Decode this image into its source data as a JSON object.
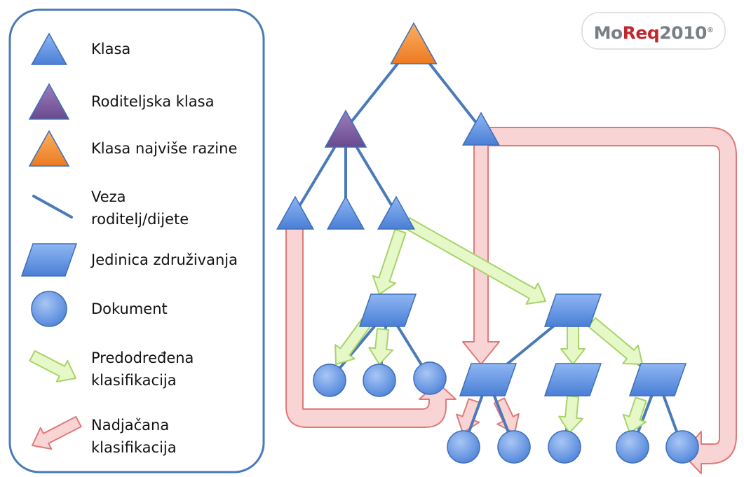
{
  "logo": {
    "text_a": "MoReq",
    "text_b": "2010",
    "mark": "®"
  },
  "legend": {
    "items": [
      {
        "id": "klasa",
        "lines": [
          "Klasa"
        ]
      },
      {
        "id": "roditeljska",
        "lines": [
          "Roditeljska klasa"
        ]
      },
      {
        "id": "najvise",
        "lines": [
          "Klasa najviše razine"
        ]
      },
      {
        "id": "veza",
        "lines": [
          "Veza",
          "roditelj/dijete"
        ]
      },
      {
        "id": "jedinica",
        "lines": [
          "Jedinica združivanja"
        ]
      },
      {
        "id": "dokument",
        "lines": [
          "Dokument"
        ]
      },
      {
        "id": "predodredena",
        "lines": [
          "Predodređena",
          "klasifikacija"
        ]
      },
      {
        "id": "nadjacana",
        "lines": [
          "Nadjačana",
          "klasifikacija"
        ]
      }
    ]
  },
  "colors": {
    "class": "#5b8fe0",
    "parent_class": "#7b5a9c",
    "top_class": "#f08a30",
    "line": "#4a7ab8",
    "aggregation": "#5b8fe0",
    "record": "#5b8fe0",
    "default_arrow_fill": "#e6f8c8",
    "default_arrow_stroke": "#a8d36a",
    "override_arrow_fill": "#f9d4d4",
    "override_arrow_stroke": "#e07a7a",
    "legend_border": "#4a7ab8",
    "logo_gray": "#7a7f87",
    "logo_red": "#c0282d"
  },
  "diagram": {
    "nodes": [
      {
        "id": "top",
        "kind": "top-class-icon"
      },
      {
        "id": "parent",
        "kind": "parent-class-icon"
      },
      {
        "id": "class-right",
        "kind": "class-icon"
      },
      {
        "id": "class-a",
        "kind": "class-icon"
      },
      {
        "id": "class-b",
        "kind": "class-icon"
      },
      {
        "id": "class-c",
        "kind": "class-icon"
      },
      {
        "id": "agg-1",
        "kind": "aggregation-icon"
      },
      {
        "id": "agg-2",
        "kind": "aggregation-icon"
      },
      {
        "id": "agg-3",
        "kind": "aggregation-icon"
      },
      {
        "id": "agg-4",
        "kind": "aggregation-icon"
      },
      {
        "id": "agg-5",
        "kind": "aggregation-icon"
      },
      {
        "id": "rec-1",
        "kind": "record-icon"
      },
      {
        "id": "rec-2",
        "kind": "record-icon"
      },
      {
        "id": "rec-3",
        "kind": "record-icon"
      },
      {
        "id": "rec-4",
        "kind": "record-icon"
      },
      {
        "id": "rec-5",
        "kind": "record-icon"
      },
      {
        "id": "rec-6",
        "kind": "record-icon"
      },
      {
        "id": "rec-7",
        "kind": "record-icon"
      },
      {
        "id": "rec-8",
        "kind": "record-icon"
      }
    ],
    "edges": [
      [
        "top",
        "parent"
      ],
      [
        "top",
        "class-right"
      ],
      [
        "parent",
        "class-a"
      ],
      [
        "parent",
        "class-b"
      ],
      [
        "parent",
        "class-c"
      ],
      [
        "agg-1",
        "rec-1"
      ],
      [
        "agg-1",
        "rec-2"
      ],
      [
        "agg-1",
        "rec-3"
      ],
      [
        "agg-2",
        "agg-3"
      ],
      [
        "agg-2",
        "agg-4"
      ],
      [
        "agg-2",
        "agg-5"
      ],
      [
        "agg-3",
        "rec-4"
      ],
      [
        "agg-3",
        "rec-5"
      ],
      [
        "agg-4",
        "rec-6"
      ],
      [
        "agg-5",
        "rec-7"
      ],
      [
        "agg-5",
        "rec-8"
      ]
    ],
    "default_classifications": [
      [
        "class-c",
        "agg-1"
      ],
      [
        "class-c",
        "agg-2"
      ],
      [
        "agg-1",
        "rec-1"
      ],
      [
        "agg-1",
        "rec-2"
      ],
      [
        "agg-2",
        "agg-4"
      ],
      [
        "agg-2",
        "agg-5"
      ],
      [
        "agg-4",
        "rec-6"
      ],
      [
        "agg-5",
        "rec-7"
      ]
    ],
    "override_classifications": [
      [
        "class-right",
        "agg-3"
      ],
      [
        "class-right",
        "rec-8"
      ],
      [
        "class-a",
        "rec-3"
      ],
      [
        "agg-3",
        "rec-4"
      ],
      [
        "agg-3",
        "rec-5"
      ]
    ]
  }
}
